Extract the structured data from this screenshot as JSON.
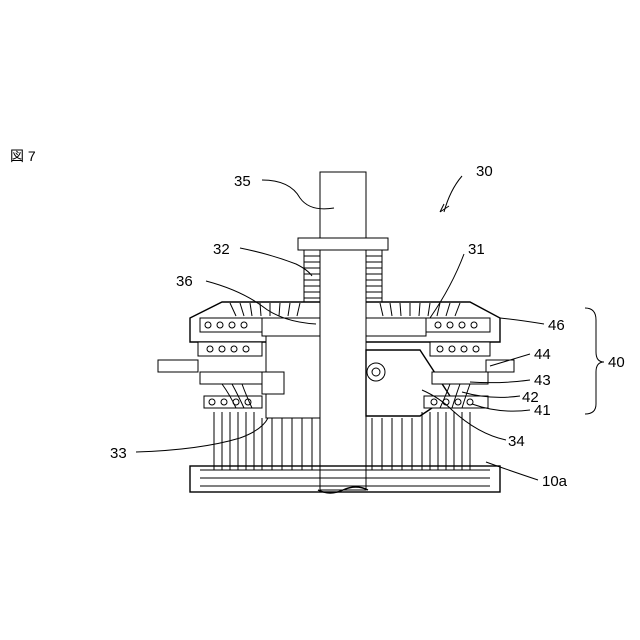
{
  "figure_label": "図 7",
  "labels": {
    "l30": "30",
    "l31": "31",
    "l32": "32",
    "l33": "33",
    "l34": "34",
    "l35": "35",
    "l36": "36",
    "l40": "40",
    "l41": "41",
    "l42": "42",
    "l43": "43",
    "l44": "44",
    "l46": "46",
    "l10a": "10a"
  }
}
